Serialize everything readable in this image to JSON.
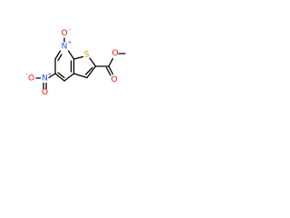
{
  "structure": {
    "atoms": {
      "n_pyridine": {
        "symbol": "N",
        "charge": "+",
        "color": "#3050F8"
      },
      "o_n_oxide": {
        "symbol": "O",
        "charge": "-",
        "color": "#FF0D0D"
      },
      "s_thiophene": {
        "symbol": "S",
        "color": "#C8A000"
      },
      "n_nitro": {
        "symbol": "N",
        "charge": "+",
        "color": "#3050F8"
      },
      "o_nitro_left": {
        "symbol": "O",
        "charge": "-",
        "color": "#FF0D0D"
      },
      "o_nitro_bottom": {
        "symbol": "O",
        "color": "#FF0D0D"
      },
      "o_ester_carbonyl": {
        "symbol": "O",
        "color": "#FF0D0D"
      },
      "o_ester_ether": {
        "symbol": "O",
        "color": "#FF0D0D"
      }
    },
    "bond_color": "#000000"
  }
}
